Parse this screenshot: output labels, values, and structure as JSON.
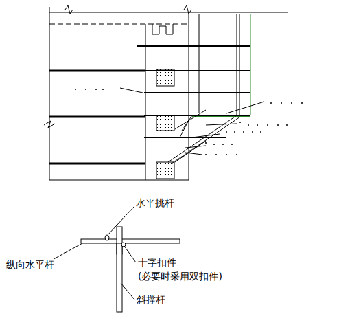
{
  "diagram": {
    "labels": [
      "水平挑杆",
      "纵向水平杆",
      "十字扣件",
      "(必要时采用双扣件)",
      "斜撑杆"
    ]
  }
}
